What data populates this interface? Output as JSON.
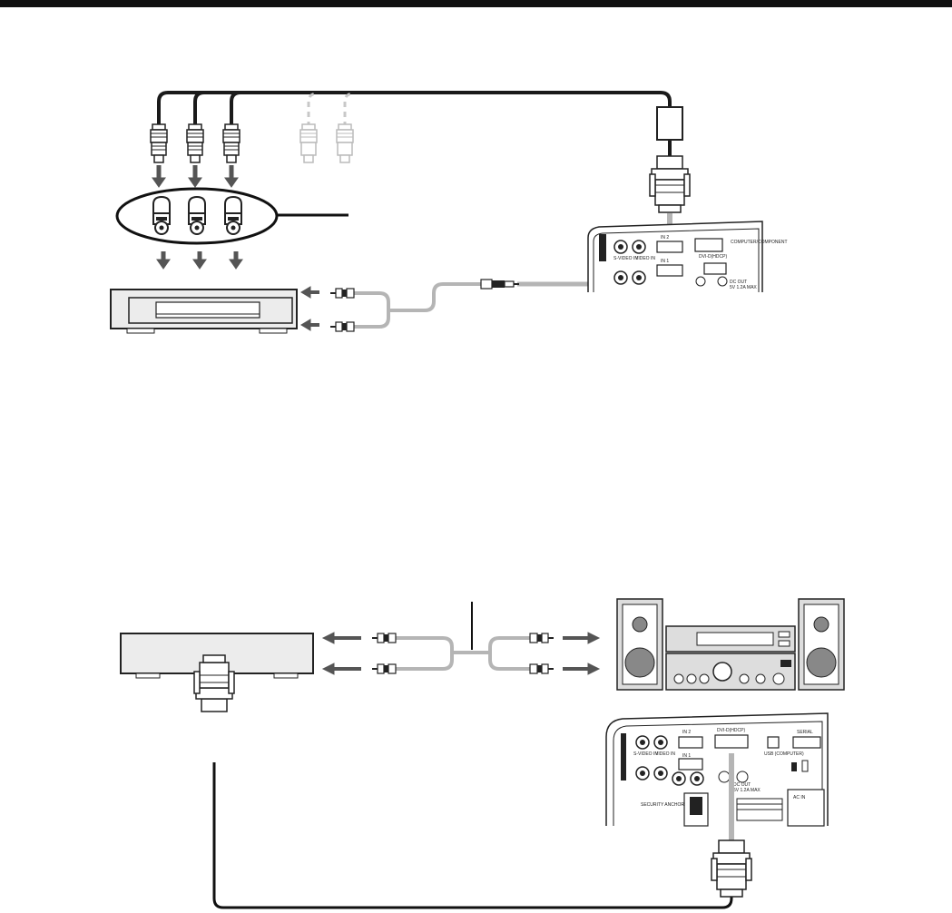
{
  "panel_labels": {
    "top_jacks": [
      "IN 2",
      "S-VIDEO IN",
      "VIDEO IN",
      "IN 1",
      "DVI-D(HDCP)",
      "COMPUTER/COMPONENT",
      "DC OUT",
      "5V 1.2A MAX"
    ],
    "bottom_jacks": [
      "IN 2",
      "S-VIDEO IN",
      "VIDEO IN",
      "IN 1",
      "DVI-D(HDCP)",
      "USB (COMPUTER)",
      "SERIAL",
      "DC OUT",
      "5V 1.2A MAX",
      "SECURITY ANCHOR",
      "AC IN"
    ]
  },
  "colors": {
    "cable_dark": "#1a1a1a",
    "cable_gray": "#b5b5b5",
    "cable_dashed": "#c8c8c8",
    "arrow": "#555555",
    "device_fill": "#ececec",
    "top_bar": "#111111"
  }
}
